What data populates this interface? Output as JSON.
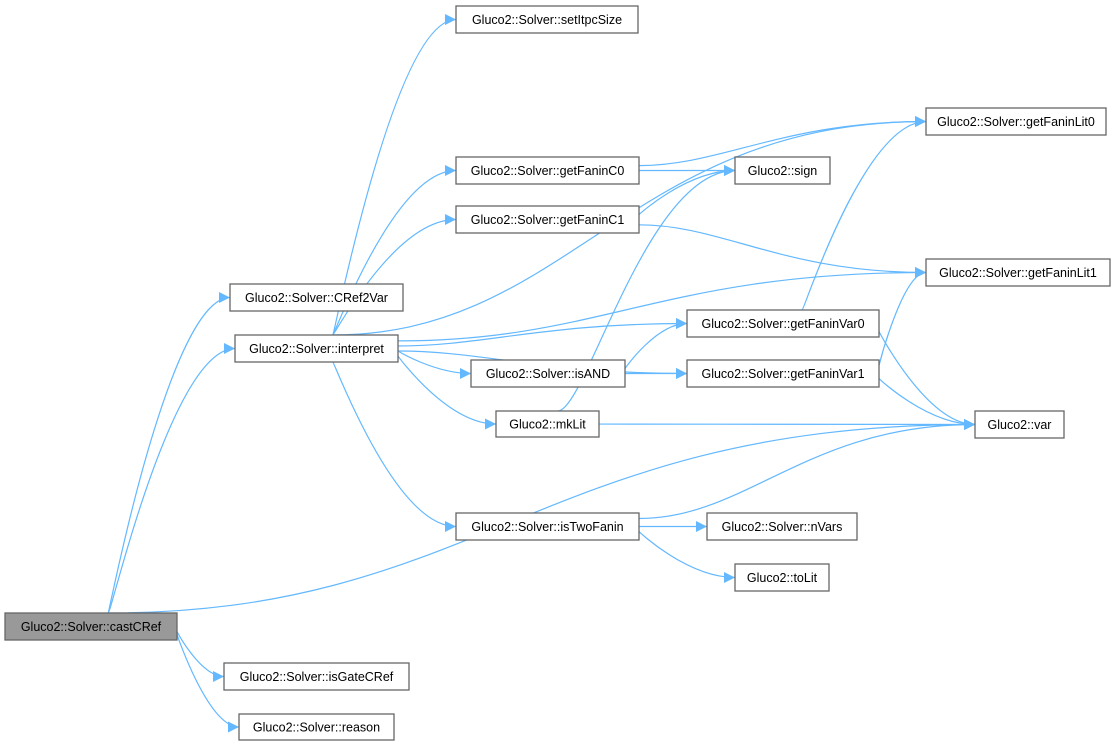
{
  "graph": {
    "edge_color": "#63b8ff",
    "root_fill": "#999999",
    "nodes": [
      {
        "id": "castCRef",
        "label": "Gluco2::Solver::castCRef",
        "root": true
      },
      {
        "id": "CRef2Var",
        "label": "Gluco2::Solver::CRef2Var"
      },
      {
        "id": "interpret",
        "label": "Gluco2::Solver::interpret"
      },
      {
        "id": "isGateCRef",
        "label": "Gluco2::Solver::isGateCRef"
      },
      {
        "id": "reason",
        "label": "Gluco2::Solver::reason"
      },
      {
        "id": "setItpcSize",
        "label": "Gluco2::Solver::setItpcSize"
      },
      {
        "id": "getFaninC0",
        "label": "Gluco2::Solver::getFaninC0"
      },
      {
        "id": "getFaninC1",
        "label": "Gluco2::Solver::getFaninC1"
      },
      {
        "id": "isAND",
        "label": "Gluco2::Solver::isAND"
      },
      {
        "id": "mkLit",
        "label": "Gluco2::mkLit"
      },
      {
        "id": "isTwoFanin",
        "label": "Gluco2::Solver::isTwoFanin"
      },
      {
        "id": "sign",
        "label": "Gluco2::sign"
      },
      {
        "id": "getFaninVar0",
        "label": "Gluco2::Solver::getFaninVar0"
      },
      {
        "id": "getFaninVar1",
        "label": "Gluco2::Solver::getFaninVar1"
      },
      {
        "id": "nVars",
        "label": "Gluco2::Solver::nVars"
      },
      {
        "id": "toLit",
        "label": "Gluco2::toLit"
      },
      {
        "id": "getFaninLit0",
        "label": "Gluco2::Solver::getFaninLit0"
      },
      {
        "id": "getFaninLit1",
        "label": "Gluco2::Solver::getFaninLit1"
      },
      {
        "id": "var",
        "label": "Gluco2::var"
      }
    ],
    "edges": [
      [
        "castCRef",
        "CRef2Var"
      ],
      [
        "castCRef",
        "interpret"
      ],
      [
        "castCRef",
        "var"
      ],
      [
        "castCRef",
        "isGateCRef"
      ],
      [
        "castCRef",
        "reason"
      ],
      [
        "interpret",
        "setItpcSize"
      ],
      [
        "interpret",
        "getFaninLit0"
      ],
      [
        "interpret",
        "getFaninC0"
      ],
      [
        "interpret",
        "getFaninC1"
      ],
      [
        "interpret",
        "getFaninLit1"
      ],
      [
        "interpret",
        "getFaninVar0"
      ],
      [
        "interpret",
        "isAND"
      ],
      [
        "interpret",
        "mkLit"
      ],
      [
        "interpret",
        "getFaninVar1"
      ],
      [
        "interpret",
        "isTwoFanin"
      ],
      [
        "getFaninC0",
        "getFaninLit0"
      ],
      [
        "getFaninC0",
        "sign"
      ],
      [
        "getFaninC1",
        "sign"
      ],
      [
        "getFaninC1",
        "getFaninLit1"
      ],
      [
        "getFaninVar0",
        "getFaninLit0"
      ],
      [
        "getFaninVar0",
        "var"
      ],
      [
        "getFaninVar1",
        "getFaninLit1"
      ],
      [
        "getFaninVar1",
        "var"
      ],
      [
        "isAND",
        "getFaninVar0"
      ],
      [
        "isAND",
        "getFaninVar1"
      ],
      [
        "mkLit",
        "sign"
      ],
      [
        "mkLit",
        "var"
      ],
      [
        "isTwoFanin",
        "var"
      ],
      [
        "isTwoFanin",
        "nVars"
      ],
      [
        "isTwoFanin",
        "toLit"
      ]
    ]
  }
}
